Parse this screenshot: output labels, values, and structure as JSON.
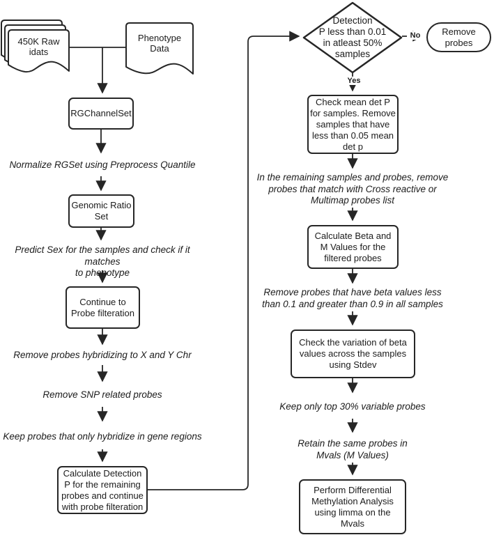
{
  "diagram": {
    "title_hint": "450K methylation array QC and analysis flowchart",
    "colors": {
      "stroke": "#262626",
      "fill": "#ffffff",
      "text": "#1b1b1b"
    },
    "left": {
      "doc_450k": "450K Raw\nidats",
      "doc_phenotype": "Phenotype\nData",
      "rgchannelset": "RGChannelSet",
      "note_normalize": "Normalize RGSet using Preprocess Quantile",
      "genomic_ratio": "Genomic Ratio\nSet",
      "note_predict_sex": "Predict Sex for the samples and check if it matches\nto phenotype",
      "continue_probe": "Continue to\nProbe filteration",
      "note_remove_xy": "Remove probes hybridizing to X and Y Chr",
      "note_remove_snp": "Remove SNP related probes",
      "note_keep_gene": "Keep probes that only hybridize in gene regions",
      "calc_detection": "Calculate Detection\nP for the remaining\nprobes and continue\nwith probe filteration"
    },
    "right": {
      "decision": "Detection\nP less than 0.01\nin atleast 50%\nsamples",
      "label_no": "No",
      "label_yes": "Yes",
      "remove_probes": "Remove\nprobes",
      "check_mean": "Check mean det P\nfor samples. Remove\nsamples that have\nless than 0.05 mean\ndet p",
      "note_cross_reactive": "In the remaining samples and probes, remove\nprobes that match with Cross reactive or\nMultimap probes list",
      "calc_beta": "Calculate Beta and\nM Values for the\nfiltered probes",
      "note_beta_range": "Remove probes that have beta values less\nthan 0.1 and greater than 0.9 in all samples",
      "check_variation": "Check the variation of beta\nvalues across the samples\nusing Stdev",
      "note_top30": "Keep only top 30% variable probes",
      "note_retain": "Retain the same probes in\nMvals (M Values)",
      "perform_dma": "Perform Differential\nMethylation Analysis\nusing limma on the\nMvals"
    }
  }
}
